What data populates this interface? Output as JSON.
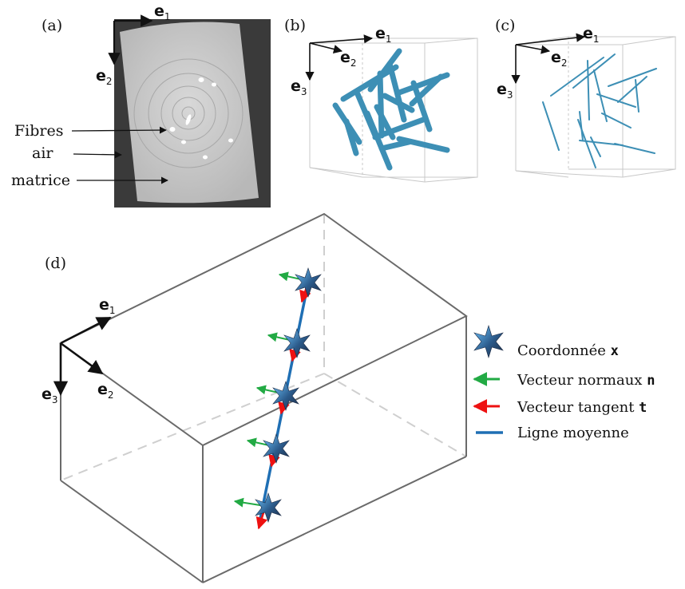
{
  "panels": {
    "a": {
      "label": "(a)",
      "callouts": [
        "Fibres",
        "air",
        "matrice"
      ]
    },
    "b": {
      "label": "(b)"
    },
    "c": {
      "label": "(c)"
    },
    "d": {
      "label": "(d)"
    }
  },
  "axes": {
    "e1": "e",
    "e1_sub": "1",
    "e2": "e",
    "e2_sub": "2",
    "e3": "e",
    "e3_sub": "3"
  },
  "legend": [
    {
      "text": "Coordonnée ",
      "bold": "x",
      "icon": "star-icon",
      "color": "#2b6aa6"
    },
    {
      "text": "Vecteur normaux ",
      "bold": "n",
      "icon": "green-arrow-icon",
      "color": "#22aa44"
    },
    {
      "text": "Vecteur tangent ",
      "bold": "t",
      "icon": "red-arrow-icon",
      "color": "#ee1111"
    },
    {
      "text": "Ligne moyenne",
      "bold": "",
      "icon": "blue-line-icon",
      "color": "#1f6fb4"
    }
  ],
  "colors": {
    "fibre": "#3d8fb5",
    "mean_line": "#1f6fb4",
    "normal": "#22aa44",
    "tangent": "#ee1111",
    "star": "#2b5a8a"
  }
}
